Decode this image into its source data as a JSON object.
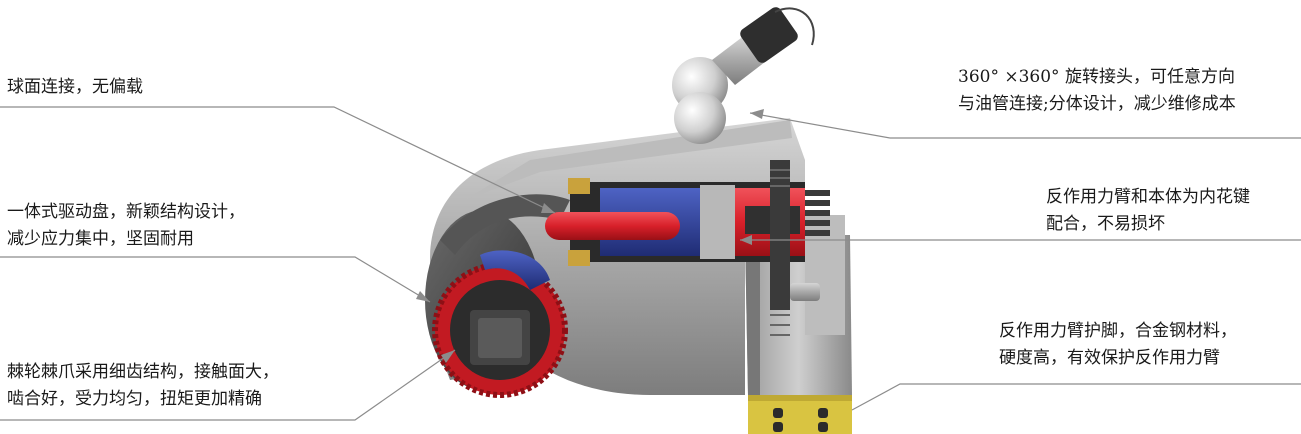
{
  "callouts": {
    "ball_joint": {
      "lines": [
        "球面连接，无偏载"
      ]
    },
    "drive_plate": {
      "lines": [
        "一体式驱动盘，新颖结构设计，",
        "减少应力集中，坚固耐用"
      ]
    },
    "ratchet": {
      "lines": [
        "棘轮棘爪采用细齿结构，接触面大，",
        "啮合好，受力均匀，扭矩更加精确"
      ]
    },
    "swivel": {
      "lines": [
        "360°  ×360° 旋转接头，可任意方向",
        "与油管连接;分体设计，减少维修成本"
      ]
    },
    "spline": {
      "lines": [
        "反作用力臂和本体为内花键",
        "配合，不易损坏"
      ]
    },
    "foot": {
      "lines": [
        "反作用力臂护脚，合金钢材料，",
        "硬度高，有效保护反作用力臂"
      ]
    }
  },
  "colors": {
    "line": "#8c8c8c",
    "body_metal": "#a7a7a7",
    "dark_metal": "#4a4a4a",
    "piston_red": "#d8202a",
    "cylinder_blue": "#2d3f9a",
    "brass": "#c9a23c",
    "foot_yellow": "#d9c441"
  }
}
